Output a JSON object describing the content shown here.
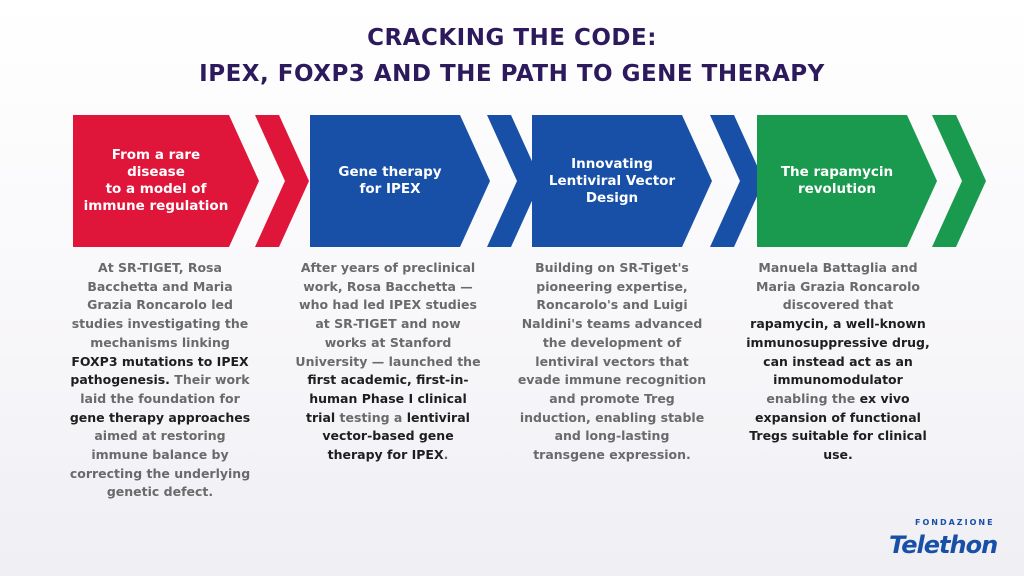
{
  "title": {
    "line1": "CRACKING THE CODE:",
    "line2": "IPEX, FOXP3 AND THE PATH TO GENE THERAPY"
  },
  "colors": {
    "title": "#2d1a5c",
    "red": "#e0153a",
    "blue": "#1850a8",
    "green": "#1a9a4e"
  },
  "steps": [
    {
      "label_lines": [
        "From a rare disease",
        "to a model of",
        "immune regulation"
      ],
      "segments": [
        {
          "t": "At SR-TIGET, Rosa Bacchetta and Maria Grazia Roncarolo led studies investigating the mechanisms linking ",
          "em": false
        },
        {
          "t": "FOXP3 mutations to IPEX pathogenesis.",
          "em": true
        },
        {
          "t": " Their work laid the foundation for ",
          "em": false
        },
        {
          "t": "gene therapy approaches",
          "em": true
        },
        {
          "t": " aimed at restoring immune balance by correcting the underlying genetic defect.",
          "em": false
        }
      ]
    },
    {
      "label_lines": [
        "Gene therapy",
        "for IPEX"
      ],
      "segments": [
        {
          "t": "After years of preclinical work, Rosa Bacchetta — who had led IPEX studies at SR-TIGET and now works at Stanford University — launched the ",
          "em": false
        },
        {
          "t": "first academic, first-in-human Phase I clinical trial",
          "em": true
        },
        {
          "t": " testing a ",
          "em": false
        },
        {
          "t": "lentiviral vector-based gene therapy for IPEX",
          "em": true
        },
        {
          "t": ".",
          "em": false
        }
      ]
    },
    {
      "label_lines": [
        "Innovating",
        "Lentiviral Vector",
        "Design"
      ],
      "segments": [
        {
          "t": "Building on SR-Tiget's pioneering expertise, Roncarolo's and Luigi Naldini's teams advanced the development of lentiviral vectors that evade immune recognition and promote Treg induction, enabling stable and long-lasting transgene expression.",
          "em": false
        }
      ]
    },
    {
      "label_lines": [
        "The rapamycin",
        "revolution"
      ],
      "segments": [
        {
          "t": "Manuela Battaglia and Maria Grazia Roncarolo discovered that ",
          "em": false
        },
        {
          "t": "rapamycin, a well-known immunosuppressive drug, can instead act as an immunomodulator",
          "em": true
        },
        {
          "t": " enabling the ",
          "em": false
        },
        {
          "t": "ex vivo expansion of functional Tregs suitable for clinical use.",
          "em": true
        }
      ]
    }
  ],
  "logo": {
    "top": "FONDAZIONE",
    "name": "Telethon"
  }
}
